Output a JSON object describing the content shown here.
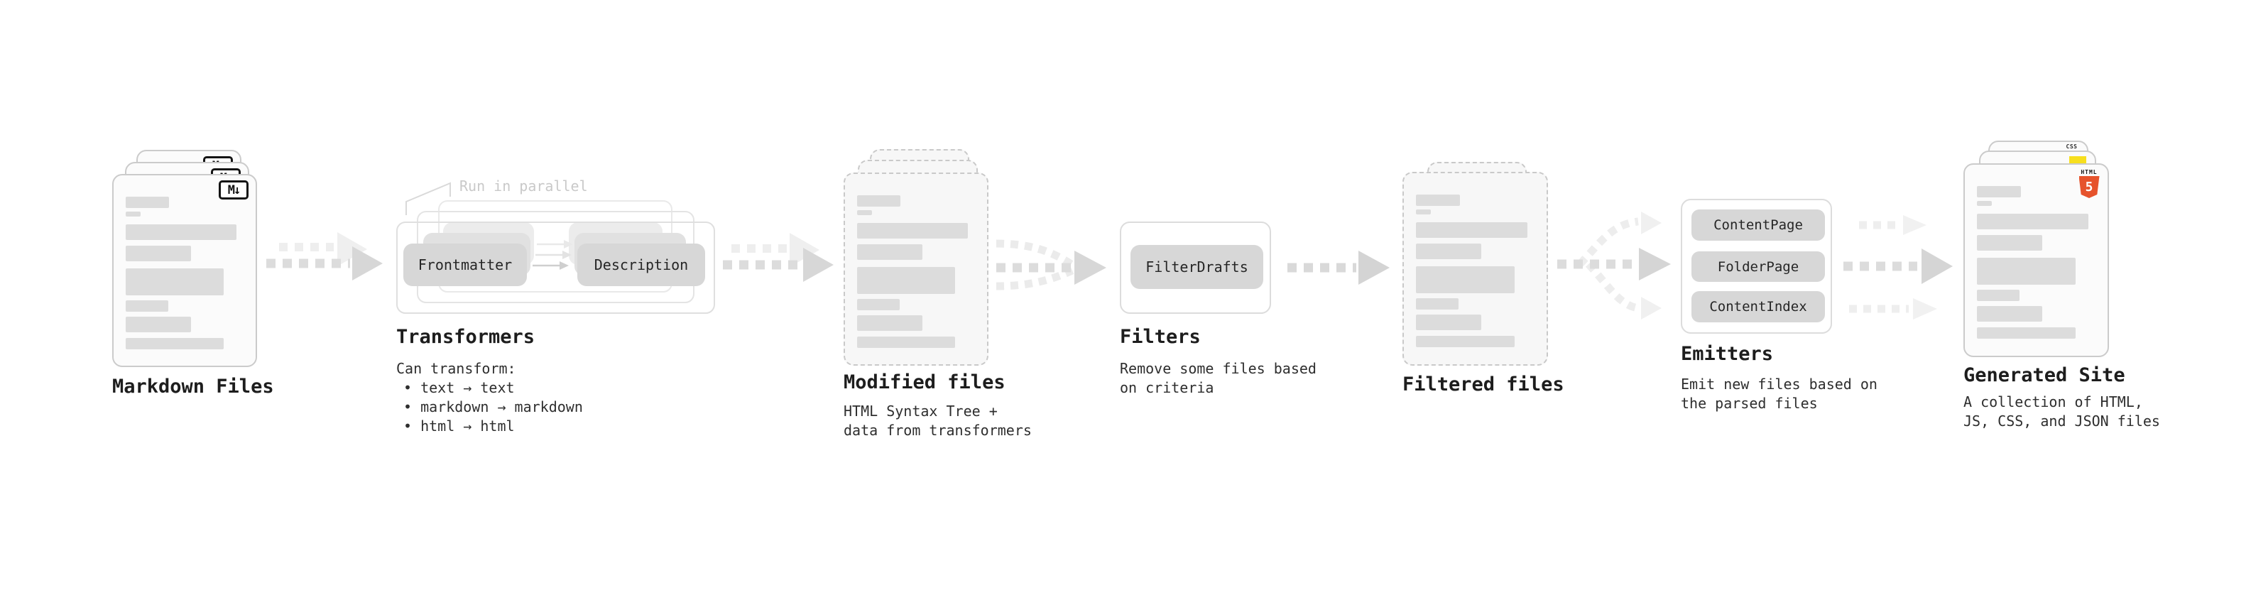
{
  "diagram": "static-site-generator-pipeline",
  "colors": {
    "html5-orange": "#e6532c",
    "js-yellow": "#f7df1e",
    "css-blue": "#2f6bf2",
    "card-border": "#cbcbcb",
    "arrow-gray": "#d6d6d6"
  },
  "stages": {
    "markdown_files": {
      "label": "Markdown Files",
      "icon_text": "M↓"
    },
    "transformers": {
      "note": "Run in parallel",
      "pills": [
        "Frontmatter",
        "Description"
      ],
      "label": "Transformers",
      "desc_heading": "Can transform:",
      "bullets": [
        "• text → text",
        "• markdown → markdown",
        "• html → html"
      ]
    },
    "modified_files": {
      "label": "Modified files",
      "desc": [
        "HTML Syntax Tree +",
        "data from transformers"
      ]
    },
    "filters": {
      "pill": "FilterDrafts",
      "label": "Filters",
      "desc": [
        "Remove some files based",
        "on criteria"
      ]
    },
    "filtered_files": {
      "label": "Filtered files"
    },
    "emitters": {
      "pills": [
        "ContentPage",
        "FolderPage",
        "ContentIndex"
      ],
      "label": "Emitters",
      "desc": [
        "Emit new files based on",
        "the parsed files"
      ]
    },
    "generated_site": {
      "label": "Generated Site",
      "desc": [
        "A collection of HTML,",
        "JS, CSS, and JSON files"
      ],
      "badge_html_label": "HTML",
      "badge_html_number": "5",
      "badge_css_label": "CSS"
    }
  }
}
